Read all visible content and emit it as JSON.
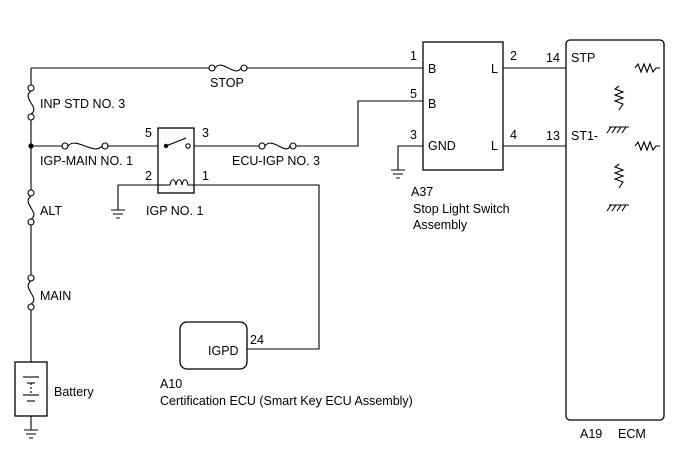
{
  "fuses": {
    "stop": "STOP",
    "inp_std": "INP STD NO. 3",
    "igp_main": "IGP-MAIN NO. 1",
    "ecu_igp": "ECU-IGP NO. 3",
    "alt": "ALT",
    "main": "MAIN"
  },
  "battery": {
    "label": "Battery"
  },
  "relay": {
    "label": "IGP NO. 1",
    "pins": {
      "p5": "5",
      "p3": "3",
      "p2": "2",
      "p1": "1"
    }
  },
  "certification_ecu": {
    "code": "A10",
    "name": "Certification ECU (Smart Key ECU Assembly)",
    "terminal": "IGPD",
    "pin": "24"
  },
  "stop_light_switch": {
    "code": "A37",
    "name_line1": "Stop Light Switch",
    "name_line2": "Assembly",
    "terminals": {
      "b1": "B",
      "b2": "B",
      "gnd": "GND",
      "l1": "L",
      "l2": "L"
    },
    "pins": {
      "p1": "1",
      "p5": "5",
      "p3": "3",
      "p2": "2",
      "p4": "4"
    }
  },
  "ecm": {
    "code": "A19",
    "name": "ECM",
    "terminals": {
      "stp": "STP",
      "st1": "ST1-"
    },
    "pins": {
      "p14": "14",
      "p13": "13"
    }
  }
}
